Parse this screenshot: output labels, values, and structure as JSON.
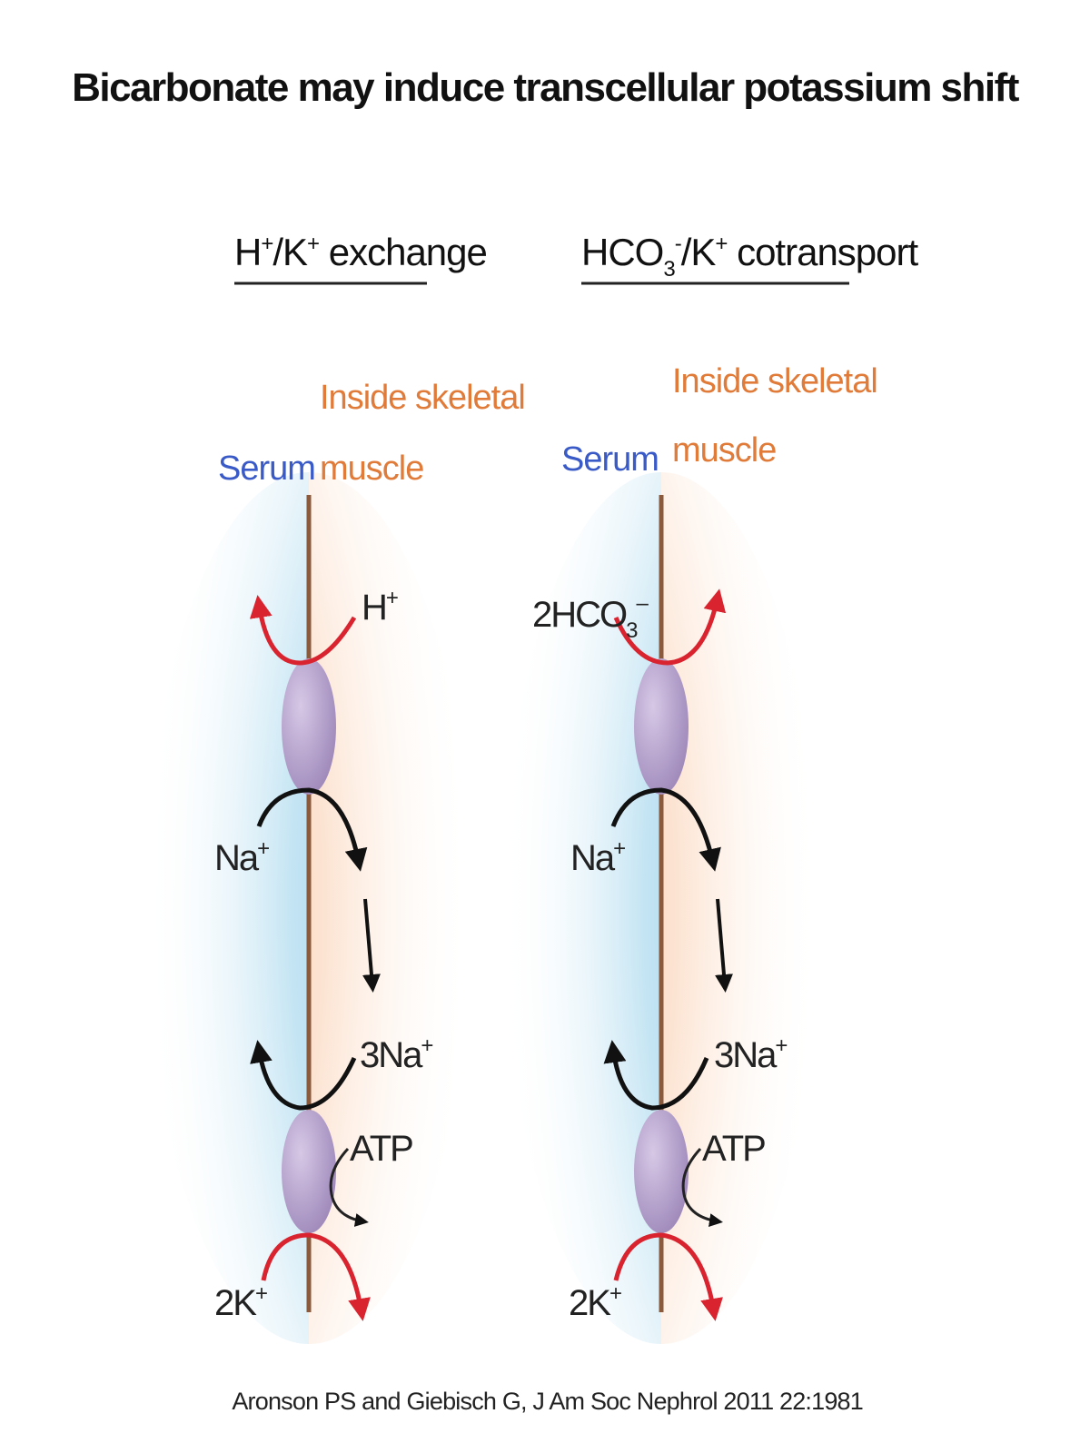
{
  "title": "Bicarbonate may induce transcellular potassium shift",
  "citation": "Aronson PS and Giebisch G, J Am Soc Nephrol 2011 22:1981",
  "colors": {
    "serum_text": "#3a5bc7",
    "muscle_text": "#e07b39",
    "membrane": "#8b5a3c",
    "transporter": "#b9a6cf",
    "red_arrow": "#d9232e",
    "black_arrow": "#111111"
  },
  "panels": {
    "left": {
      "heading_a": "H",
      "heading_a_sup": "+",
      "heading_b": "/K",
      "heading_b_sup": "+",
      "heading_c": " exchange",
      "serum_label": "Serum",
      "muscle_line1": "Inside skeletal",
      "muscle_line2": "muscle",
      "top_ion": "H",
      "top_ion_sup": "+",
      "na_label": "Na",
      "na_sup": "+",
      "na3_label": "3Na",
      "na3_sup": "+",
      "atp_label": "ATP",
      "k_label": "2K",
      "k_sup": "+"
    },
    "right": {
      "heading_a": "HCO",
      "heading_a_sub": "3",
      "heading_a_sup": "-",
      "heading_b": "/K",
      "heading_b_sup": "+",
      "heading_c": " cotransport",
      "serum_label": "Serum",
      "muscle_line1": "Inside skeletal",
      "muscle_line2": "muscle",
      "top_ion": "2HCO",
      "top_ion_sub": "3",
      "top_ion_sup": "–",
      "na_label": "Na",
      "na_sup": "+",
      "na3_label": "3Na",
      "na3_sup": "+",
      "atp_label": "ATP",
      "k_label": "2K",
      "k_sup": "+"
    }
  }
}
